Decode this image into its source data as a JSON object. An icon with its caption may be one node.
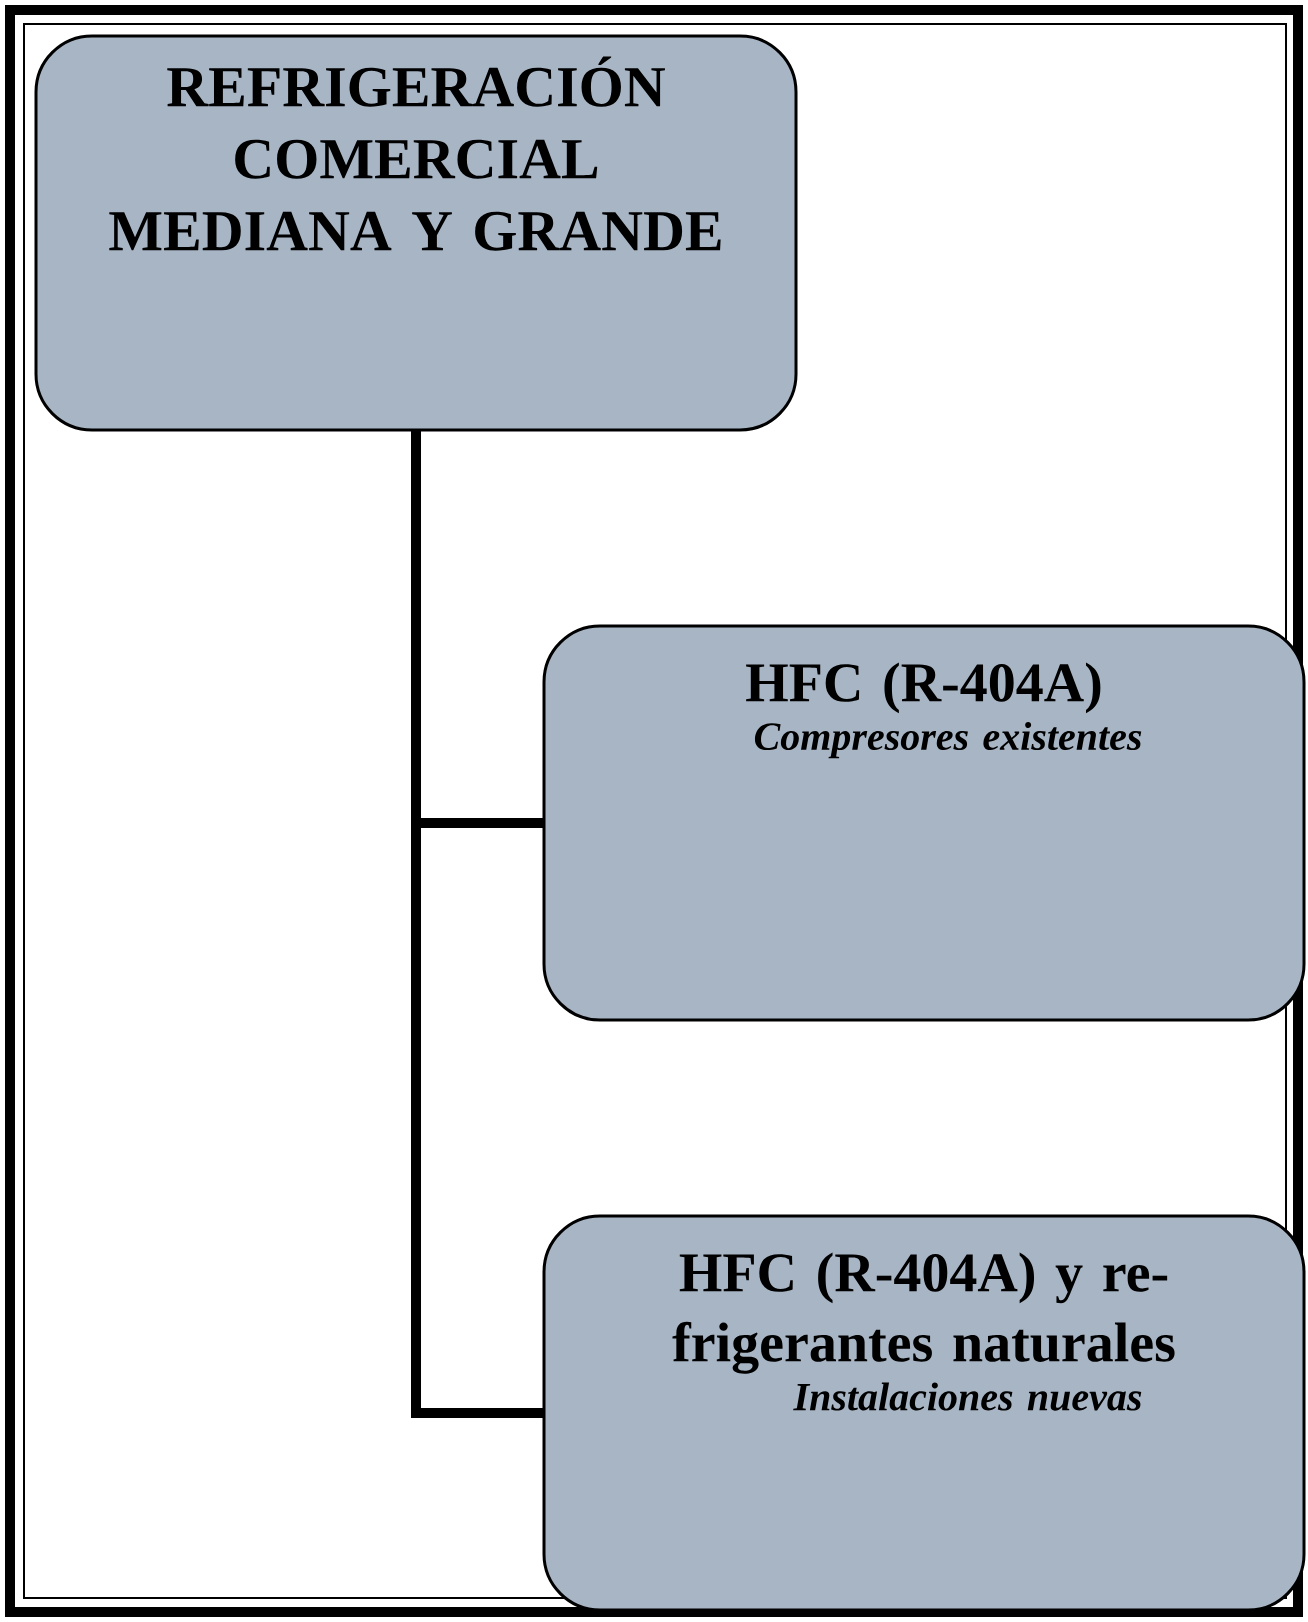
{
  "diagram": {
    "nodes": [
      {
        "text": [
          "REFRIGERACIÓN COMERCIAL MEDIANA Y GRANDE"
        ]
      },
      {
        "text": [
          "HFC (R-404A)",
          "Compresores existentes"
        ]
      },
      {
        "text": [
          "HFC (R-404A) y re-frigerantes naturales",
          "Instalaciones nuevas"
        ]
      }
    ],
    "edges": [
      {
        "from": 0,
        "to": 1,
        "arrow": "none"
      },
      {
        "from": 0,
        "to": 2,
        "arrow": "none"
      }
    ]
  }
}
